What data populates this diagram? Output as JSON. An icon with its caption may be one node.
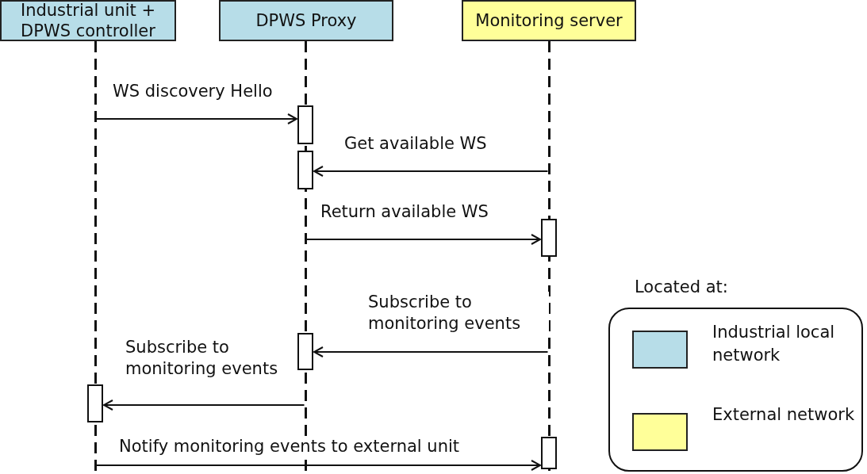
{
  "diagram": {
    "nodes": [
      {
        "text": [
          "Industrial unit + DPWS controller"
        ]
      },
      {
        "text": [
          "DPWS Proxy"
        ]
      },
      {
        "text": [
          "Monitoring server"
        ]
      },
      {
        "text": [],
        "shape": "line"
      },
      {
        "text": [],
        "shape": "line"
      },
      {
        "text": [],
        "shape": "line"
      },
      {
        "text": [],
        "shape": "bar"
      },
      {
        "text": [],
        "shape": "bar"
      },
      {
        "text": [],
        "shape": "bar"
      },
      {
        "text": [],
        "shape": "bar"
      },
      {
        "text": [],
        "shape": "bar"
      },
      {
        "text": [],
        "shape": "bar"
      }
    ],
    "edges": [
      {
        "from": 3,
        "to": 6,
        "arrow": "to",
        "label": "WS discovery Hello"
      },
      {
        "from": 5,
        "to": 7,
        "arrow": "to",
        "label": "Get available WS"
      },
      {
        "from": 4,
        "to": 8,
        "arrow": "to",
        "label": "Return available WS"
      },
      {
        "from": 5,
        "to": 9,
        "arrow": "to",
        "label": "Subscribe to monitoring events"
      },
      {
        "from": 4,
        "to": 10,
        "arrow": "to",
        "label": "Subscribe to monitoring events"
      },
      {
        "from": 3,
        "to": 11,
        "arrow": "to",
        "label": "Notify monitoring events to external unit"
      }
    ],
    "labels": [
      "Located at:"
    ],
    "legend": [
      {
        "text": "Industrial local network",
        "color": "#b7dde8"
      },
      {
        "text": "External network",
        "color": "#ffff99"
      }
    ]
  }
}
